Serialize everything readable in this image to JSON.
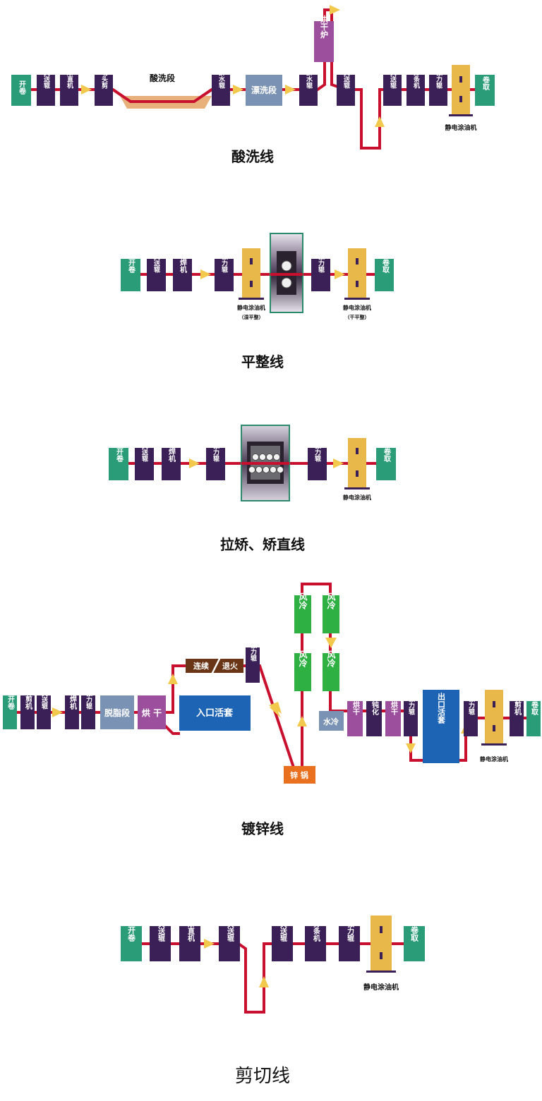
{
  "colors": {
    "line": "#c8102e",
    "purple": "#3a2057",
    "green": "#2a9d78",
    "mustard": "#e8b84a",
    "arrow": "#f2c94c",
    "steel": "#7a92b4",
    "violet": "#9c4f9c",
    "blue": "#1e64b4",
    "lgreen": "#2fb043",
    "brown": "#6a3517",
    "orange": "#e8701f",
    "trough": "#e8b07a"
  },
  "pickling": {
    "title": "酸洗线",
    "acid_label": "酸洗段",
    "uncoiler": "开卷",
    "pinch1": "夹送辊",
    "leveler": "矫直机",
    "cropshear": "切头剪",
    "squeeze1": "挤水辊",
    "rinse": "漂洗段",
    "squeeze2": "挤水辊",
    "dryer": "烘干炉",
    "pinch2": "夹送辊",
    "pinch3": "夹送辊",
    "slitter": "分条机",
    "tension": "张力辊",
    "coiler": "卷取",
    "oiler": "静电涂油机"
  },
  "skinpass": {
    "title": "平整线",
    "uncoiler": "开卷",
    "pinch": "夹送辊",
    "welder": "焊机",
    "tension1": "张力辊",
    "tension2": "张力辊",
    "coiler": "卷取",
    "oiler1": "静电涂油机",
    "oiler1_note": "（湿平整）",
    "oiler2": "静电涂油机",
    "oiler2_note": "（干平整）"
  },
  "tension_leveling": {
    "title": "拉矫、矫直线",
    "uncoiler": "开卷",
    "pinch": "夹送辊",
    "welder": "焊机",
    "tension1": "张力辊",
    "tension2": "张力辊",
    "coiler": "卷取",
    "oiler": "静电涂油机"
  },
  "galvanizing": {
    "title": "镀锌线",
    "uncoiler": "开卷",
    "shear1": "剪机",
    "pinch": "夹送辊",
    "welder": "焊机",
    "tension1": "张力辊",
    "degrease": "脱脂段",
    "dry1": "烘 干",
    "entry_looper": "入口活套",
    "continuous": "连续",
    "anneal": "退火",
    "tension2": "张力辊",
    "zinc_pot": "锌 锅",
    "aircool1": "风冷",
    "aircool2": "风冷",
    "aircool3": "风冷",
    "aircool4": "风冷",
    "watercool": "水冷",
    "dry2": "烘干",
    "passivation": "钝化",
    "dry3": "烘干",
    "tension3": "张力辊",
    "exit_looper": "出口活套",
    "tension4": "张力辊",
    "oiler": "静电涂油机",
    "shear2": "剪机",
    "coiler": "卷取"
  },
  "shearing": {
    "title": "剪切线",
    "uncoiler": "开卷",
    "pinch1": "夹送辊",
    "leveler": "矫直机",
    "pinch2": "夹送辊",
    "pinch3": "夹送辊",
    "slitter": "分条机",
    "tension": "张力辊",
    "coiler": "卷取",
    "oiler": "静电涂油机"
  }
}
